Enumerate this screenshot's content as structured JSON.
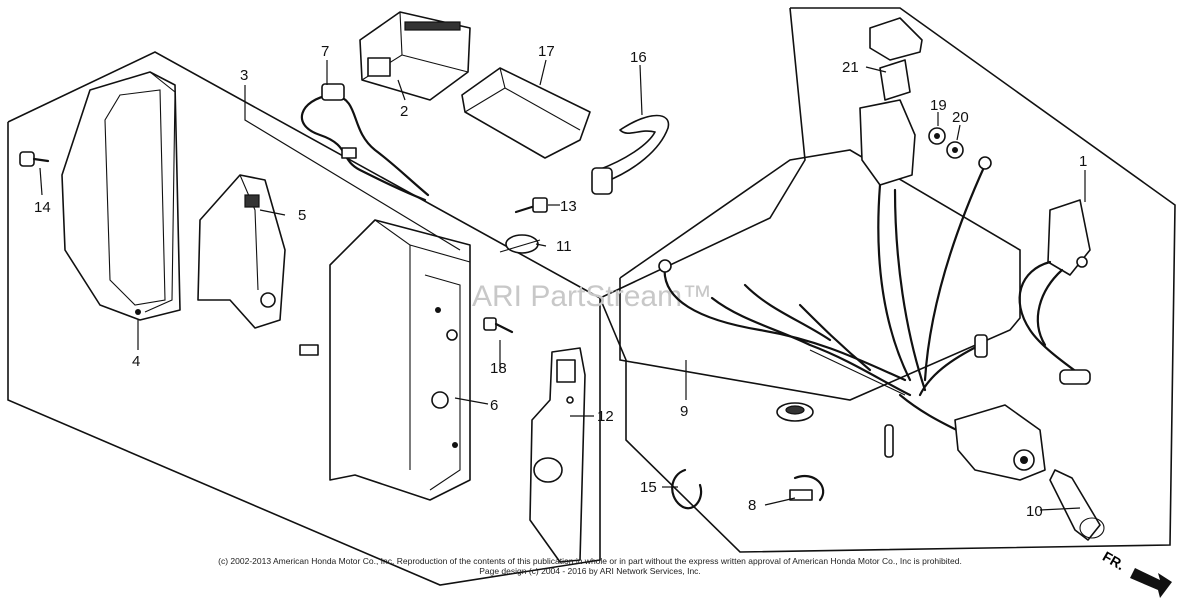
{
  "callouts": [
    {
      "id": "callout-1",
      "label": "1"
    },
    {
      "id": "callout-2",
      "label": "2"
    },
    {
      "id": "callout-3",
      "label": "3"
    },
    {
      "id": "callout-4",
      "label": "4"
    },
    {
      "id": "callout-5",
      "label": "5"
    },
    {
      "id": "callout-6",
      "label": "6"
    },
    {
      "id": "callout-7",
      "label": "7"
    },
    {
      "id": "callout-8",
      "label": "8"
    },
    {
      "id": "callout-9",
      "label": "9"
    },
    {
      "id": "callout-10",
      "label": "10"
    },
    {
      "id": "callout-11",
      "label": "11"
    },
    {
      "id": "callout-12",
      "label": "12"
    },
    {
      "id": "callout-13",
      "label": "13"
    },
    {
      "id": "callout-14",
      "label": "14"
    },
    {
      "id": "callout-15",
      "label": "15"
    },
    {
      "id": "callout-16",
      "label": "16"
    },
    {
      "id": "callout-17",
      "label": "17"
    },
    {
      "id": "callout-18",
      "label": "18"
    },
    {
      "id": "callout-19",
      "label": "19"
    },
    {
      "id": "callout-20",
      "label": "20"
    },
    {
      "id": "callout-21",
      "label": "21"
    }
  ],
  "watermark": "ARI PartStream™",
  "direction": "FR.",
  "footer": {
    "copyright": "(c) 2002-2013 American Honda Motor Co., Inc. Reproduction of the contents of this publication in whole or in part without the express written approval of American Honda Motor Co., Inc is prohibited.",
    "page_design": "Page design (c) 2004 - 2016 by ARI Network Services, Inc."
  }
}
